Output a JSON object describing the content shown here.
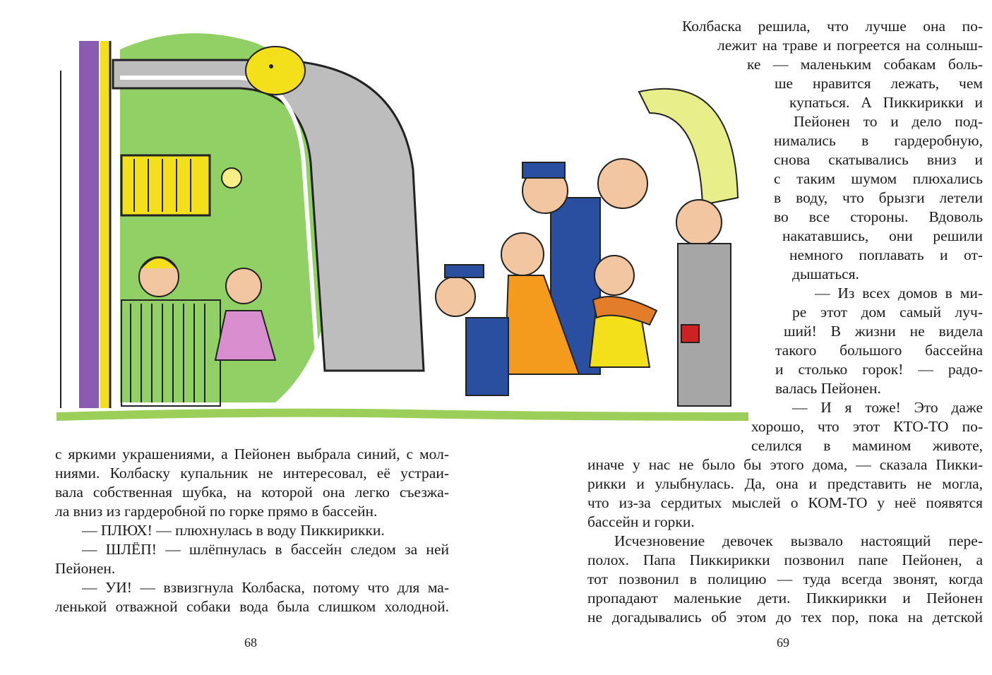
{
  "right_column_lines": [
    "Колбаска решила, что лучше она по-",
    "лежит на траве и погреется на солныш-",
    "ке — маленьким собакам боль-",
    "ше нравится лежать, чем",
    "купаться. А Пиккирикки и",
    "Пейонен то и дело под-",
    "нимались в гардеробную,",
    "снова скатывались вниз и",
    "с таким шумом плюхались",
    "в воду, что брызги летели",
    "во все стороны. Вдоволь",
    "накатавшись, они решили",
    "немного поплавать и от-",
    "дышаться.",
    "— Из всех домов в ми-",
    "ре этот дом самый луч-",
    "ший! В жизни не видела",
    "такого большого бассейна",
    "и столько горок! — радо-",
    "валась Пейонен.",
    "— И я тоже! Это даже",
    "хорошо, что этот КТО-ТО по-",
    "селился в мамином животе,"
  ],
  "right_bottom_lines": [
    "иначе у нас не было бы этого дома, — сказала Пикки-",
    "рикки и улыбнулась. Да, она и представить не могла,",
    "что из-за сердитых мыслей о КОМ-ТО у неё появятся",
    "бассейн и горки.",
    "Исчезновение девочек вызвало настоящий пере-",
    "полох. Папа Пиккирикки позвонил папе Пейонен, а",
    "тот позвонил в полицию — туда всегда звонят, когда",
    "пропадают маленькие дети. Пиккирикки и Пейонен",
    "не догадывались об этом до тех пор, пока на детской"
  ],
  "left_bottom_lines": [
    "с яркими украшениями, а Пейонен выбрала синий, с мол-",
    "ниями. Колбаску купальник не интересовал, её устраи-",
    "вала собственная шубка, на которой она легко съезжа-",
    "ла вниз из гардеробной по горке прямо в бассейн.",
    "— ПЛЮХ! — плюхнулась в воду Пиккирикки.",
    "— ШЛЁП! — шлёпнулась в бассейн следом за ней",
    "Пейонен.",
    "— УИ! — взвизгнула Колбаска, потому что для ма-",
    "ленькой отважной собаки вода была слишком холодной."
  ],
  "page_numbers": {
    "left": "68",
    "right": "69"
  },
  "illustration": {
    "caption": "",
    "colors": {
      "green": "#7cc84a",
      "yellow": "#f4e01a",
      "purple": "#8a5bb0",
      "blue": "#2a4fa0",
      "orange": "#f49a1c",
      "gray": "#a6a6a6"
    }
  }
}
